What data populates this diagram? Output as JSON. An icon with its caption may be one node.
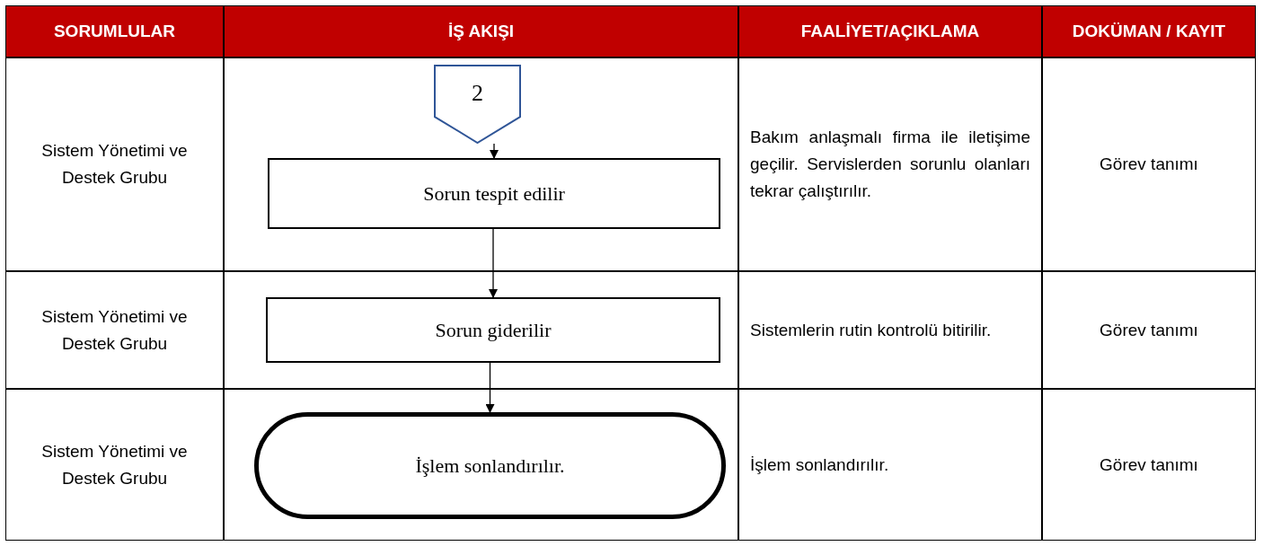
{
  "diagram": {
    "nodes": [
      {
        "text": [
          "2"
        ]
      },
      {
        "text": [
          "Sorun tespit edilir"
        ]
      },
      {
        "text": [
          "Sorun giderilir"
        ]
      },
      {
        "text": [
          "İşlem sonlandırılır."
        ]
      }
    ],
    "edges": [
      {
        "from": 0,
        "to": 1,
        "arrow": "to"
      },
      {
        "from": 1,
        "to": 2,
        "arrow": "to"
      },
      {
        "from": 2,
        "to": 3,
        "arrow": "to"
      }
    ],
    "labels": [
      "SORUMLULAR",
      "İŞ AKIŞI",
      "FAALİYET/AÇIKLAMA",
      "DOKÜMAN / KAYIT",
      "Sistem Yönetimi ve Destek Grubu",
      "Bakım anlaşmalı firma ile iletişime geçilir. Servislerden sorunlu olanları tekrar çalıştırılır.",
      "Görev tanımı",
      "Sistem Yönetimi ve Destek Grubu",
      "Sistemlerin rutin kontrolü bitirilir.",
      "Görev tanımı",
      "Sistem Yönetimi ve Destek Grubu",
      "İşlem sonlandırılır.",
      "Görev tanımı"
    ]
  }
}
